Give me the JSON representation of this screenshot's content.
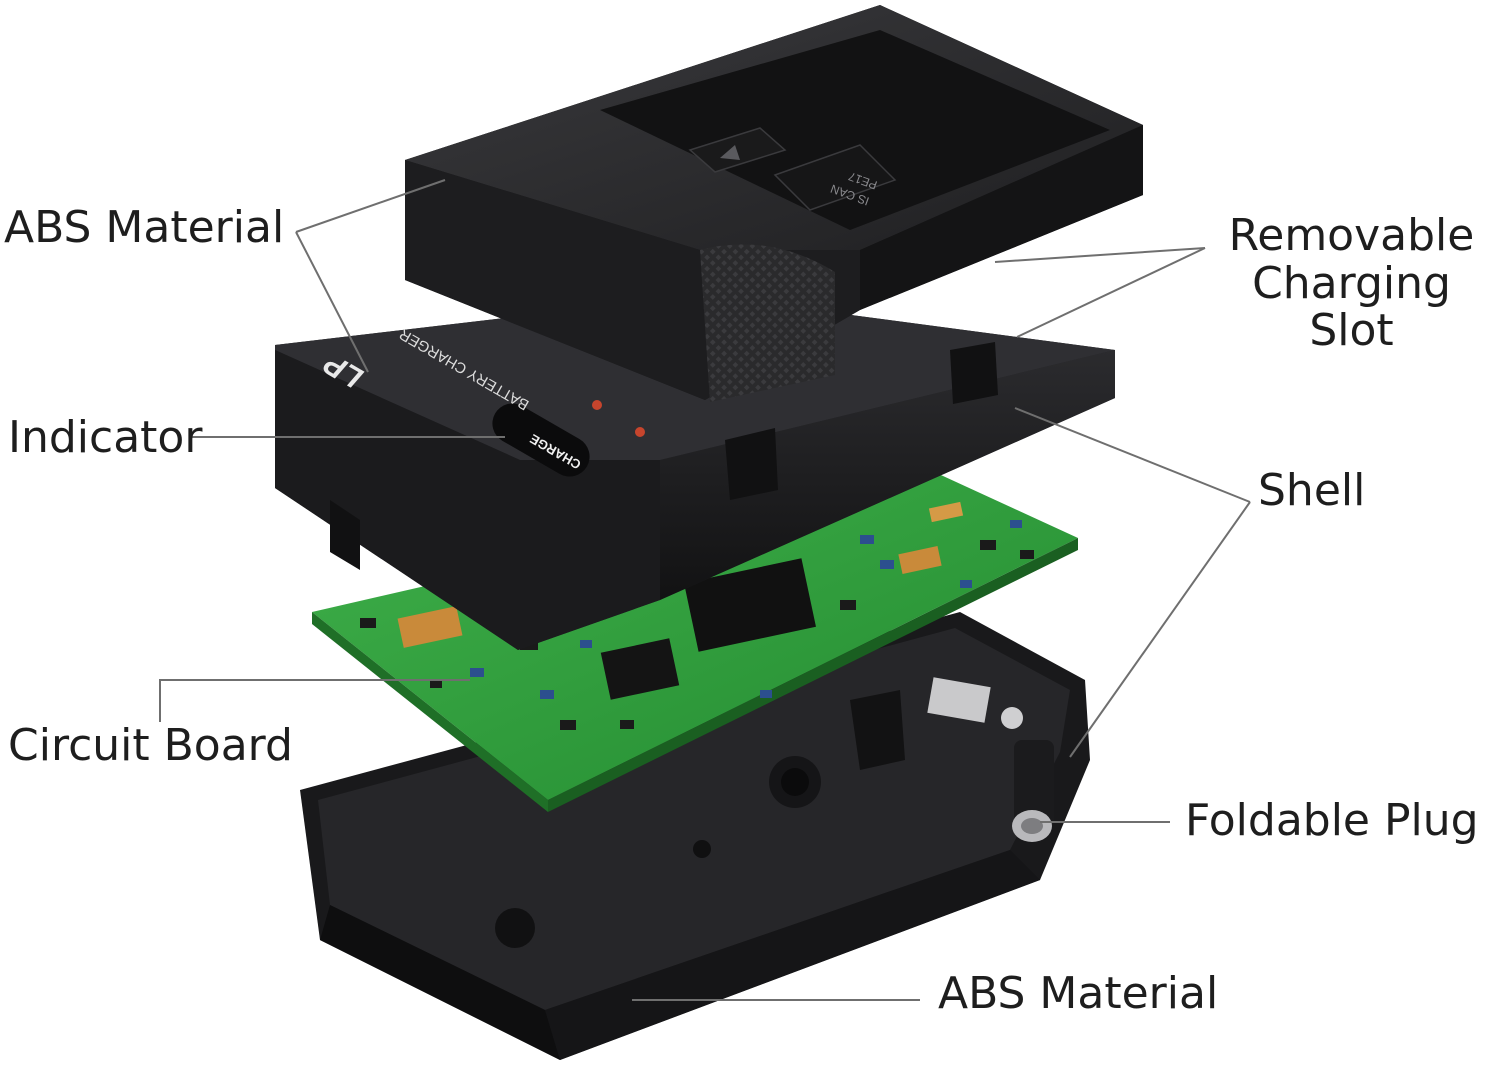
{
  "labels": {
    "abs_material_top": "ABS Material",
    "indicator": "Indicator",
    "circuit_board": "Circuit Board",
    "removable_line1": "Removable",
    "removable_line2": "Charging Slot",
    "shell": "Shell",
    "foldable_plug": "Foldable Plug",
    "abs_material_bottom": "ABS Material"
  },
  "product": {
    "brand": "LP",
    "name": "BATTERY CHARGER",
    "button": "CHARGE",
    "slot_marking_line1": "IS CAN",
    "slot_marking_line2": "PE17"
  },
  "colors": {
    "plastic_dark": "#1f1f21",
    "plastic_mid": "#2d2d30",
    "pcb_green": "#2f9e3c",
    "label_text": "#1e1e1e",
    "leader_line": "#6f6f6f"
  }
}
